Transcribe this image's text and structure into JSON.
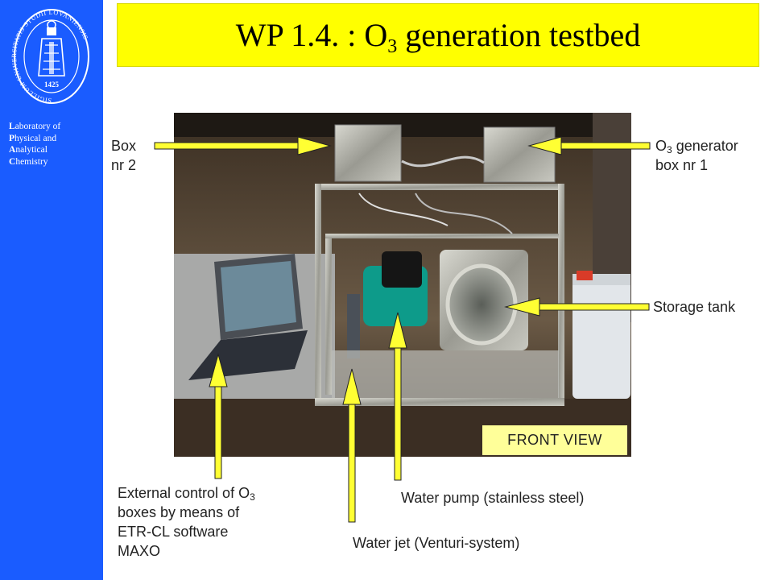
{
  "colors": {
    "sidebar": "#1a5cff",
    "title_bg": "#ffff00",
    "arrow": "#ffff33",
    "badge_bg": "#ffff99"
  },
  "sidebar": {
    "seal_year": "1425",
    "seal_text": "SIGILLUM UNIVERSITATIS STUDII LOVANIENSIS",
    "lab_lines": [
      {
        "initial": "L",
        "rest": "aboratory of"
      },
      {
        "initial": "P",
        "rest": "hysical and"
      },
      {
        "initial": "A",
        "rest": "nalytical"
      },
      {
        "initial": "C",
        "rest": "hemistry"
      }
    ]
  },
  "title": {
    "main": "WP 1.4. : O",
    "sub": "3",
    "rest": " generation testbed"
  },
  "photo": {
    "badge": "FRONT VIEW"
  },
  "labels": {
    "box2": [
      "Box",
      "nr 2"
    ],
    "box1": {
      "line1_prefix": "O",
      "line1_sub": "3",
      "line1_rest": " generator",
      "line2": "box nr 1"
    },
    "storage_tank": "Storage tank",
    "external_control": {
      "line1_prefix": "External control of O",
      "line1_sub": "3",
      "line2": "boxes by means of",
      "line3": "ETR-CL software",
      "line4": "MAXO"
    },
    "water_pump": "Water pump (stainless steel)",
    "water_jet": "Water jet (Venturi-system)"
  }
}
